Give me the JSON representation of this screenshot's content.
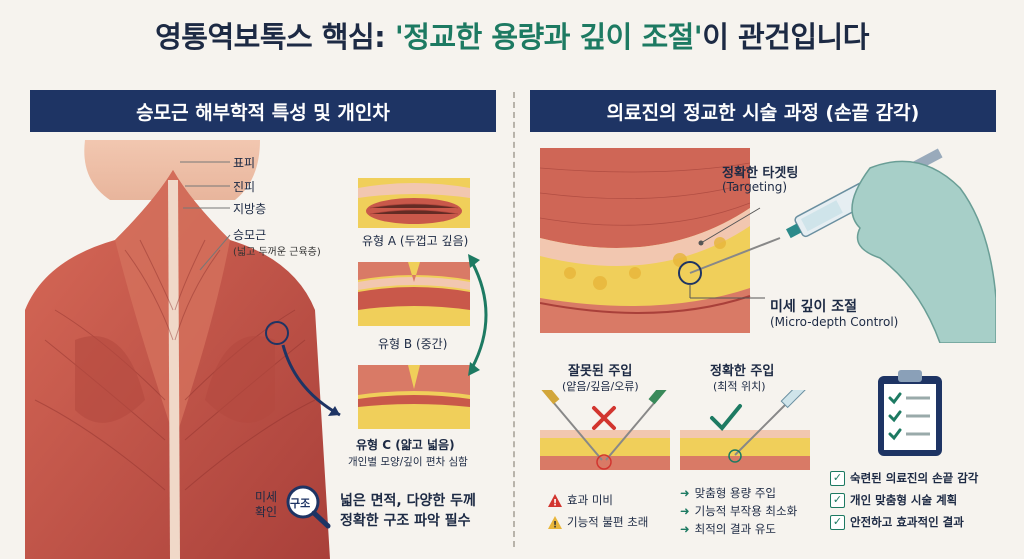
{
  "title": {
    "prefix": "영통역보톡스 핵심: ",
    "highlight": "'정교한 용량과 깊이 조절'",
    "suffix": "이 관건입니다"
  },
  "left_banner": "승모근 해부학적 특성 및 개인차",
  "right_banner": "의료진의 정교한 시술 과정 (손끝 감각)",
  "layers": {
    "epidermis": "표피",
    "dermis": "진피",
    "fat": "지방층",
    "trapezius": "승모근",
    "trapezius_note": "(넓고 두꺼운 근육층)"
  },
  "types": [
    {
      "label": "유형 A (두껍고 깊음)"
    },
    {
      "label": "유형 B (중간)"
    },
    {
      "label": "유형 C (얇고 넓음)",
      "note": "개인별 모양/깊이 편차 심함"
    }
  ],
  "magnifier": {
    "side": "미세\n확인",
    "badge": "구조"
  },
  "structure_text": {
    "line1": "넓은 면적, 다양한 두께",
    "line2": "정확한 구조 파악 필수"
  },
  "targeting": {
    "title": "정확한 타겟팅",
    "sub": "(Targeting)"
  },
  "depth": {
    "title": "미세 깊이 조절",
    "sub": "(Micro-depth Control)"
  },
  "wrong": {
    "title": "잘못된 주입",
    "sub": "(얕음/깊음/오류)",
    "items": [
      "효과 미비",
      "기능적 불편 초래"
    ]
  },
  "right": {
    "title": "정확한 주입",
    "sub": "(최적 위치)",
    "items": [
      "맞춤형 용량 주입",
      "기능적 부작용 최소화",
      "최적의 결과 유도"
    ]
  },
  "checklist": [
    "숙련된 의료진의 손끝 감각",
    "개인 맞춤형 시술 계획",
    "안전하고 효과적인 결과"
  ],
  "colors": {
    "navy": "#1e3464",
    "green": "#1d7a62",
    "red": "#d2352f",
    "muscle": "#c9584a",
    "fat": "#f0cf5a"
  }
}
